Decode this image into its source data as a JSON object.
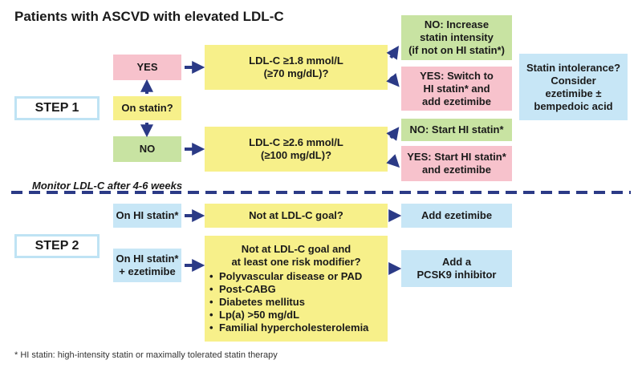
{
  "title": "Patients with ASCVD with elevated LDL-C",
  "step1": {
    "label": "STEP 1",
    "on_statin": "On statin?",
    "yes": "YES",
    "no": "NO",
    "ldl_yes": [
      "LDL-C ≥1.8 mmol/L",
      "(≥70 mg/dL)?"
    ],
    "ldl_no": [
      "LDL-C ≥2.6 mmol/L",
      "(≥100 mg/dL)?"
    ],
    "out_yes_no": [
      "NO: Increase",
      "statin intensity",
      "(if not on HI statin*)"
    ],
    "out_yes_yes": [
      "YES: Switch to",
      "HI statin* and",
      "add ezetimibe"
    ],
    "out_no_no": [
      "NO: Start HI statin*"
    ],
    "out_no_yes": [
      "YES: Start HI statin*",
      "and ezetimibe"
    ],
    "intolerance": [
      "Statin intolerance?",
      "Consider",
      "ezetimibe ±",
      "bempedoic acid"
    ]
  },
  "monitor": "Monitor LDL-C after 4-6 weeks",
  "step2": {
    "label": "STEP 2",
    "row1_start": "On HI statin*",
    "row1_question": "Not at LDL-C goal?",
    "row1_action": "Add ezetimibe",
    "row2_start": [
      "On HI statin*",
      "+ ezetimibe"
    ],
    "row2_question": [
      "Not at LDL-C goal and",
      "at least one risk modifier?"
    ],
    "risk_modifiers": [
      "Polyvascular disease or PAD",
      "Post-CABG",
      "Diabetes mellitus",
      "Lp(a) >50 mg/dL",
      "Familial hypercholesterolemia"
    ],
    "row2_action": [
      "Add a",
      "PCSK9 inhibitor"
    ]
  },
  "footnote": "* HI statin: high-intensity statin or maximally tolerated statin therapy",
  "colors": {
    "yellow": "#f7f08a",
    "pink": "#f7c2cc",
    "green": "#c8e3a2",
    "blue": "#c7e6f6",
    "step_border": "#bfe3f4",
    "arrow": "#2b3a86"
  }
}
